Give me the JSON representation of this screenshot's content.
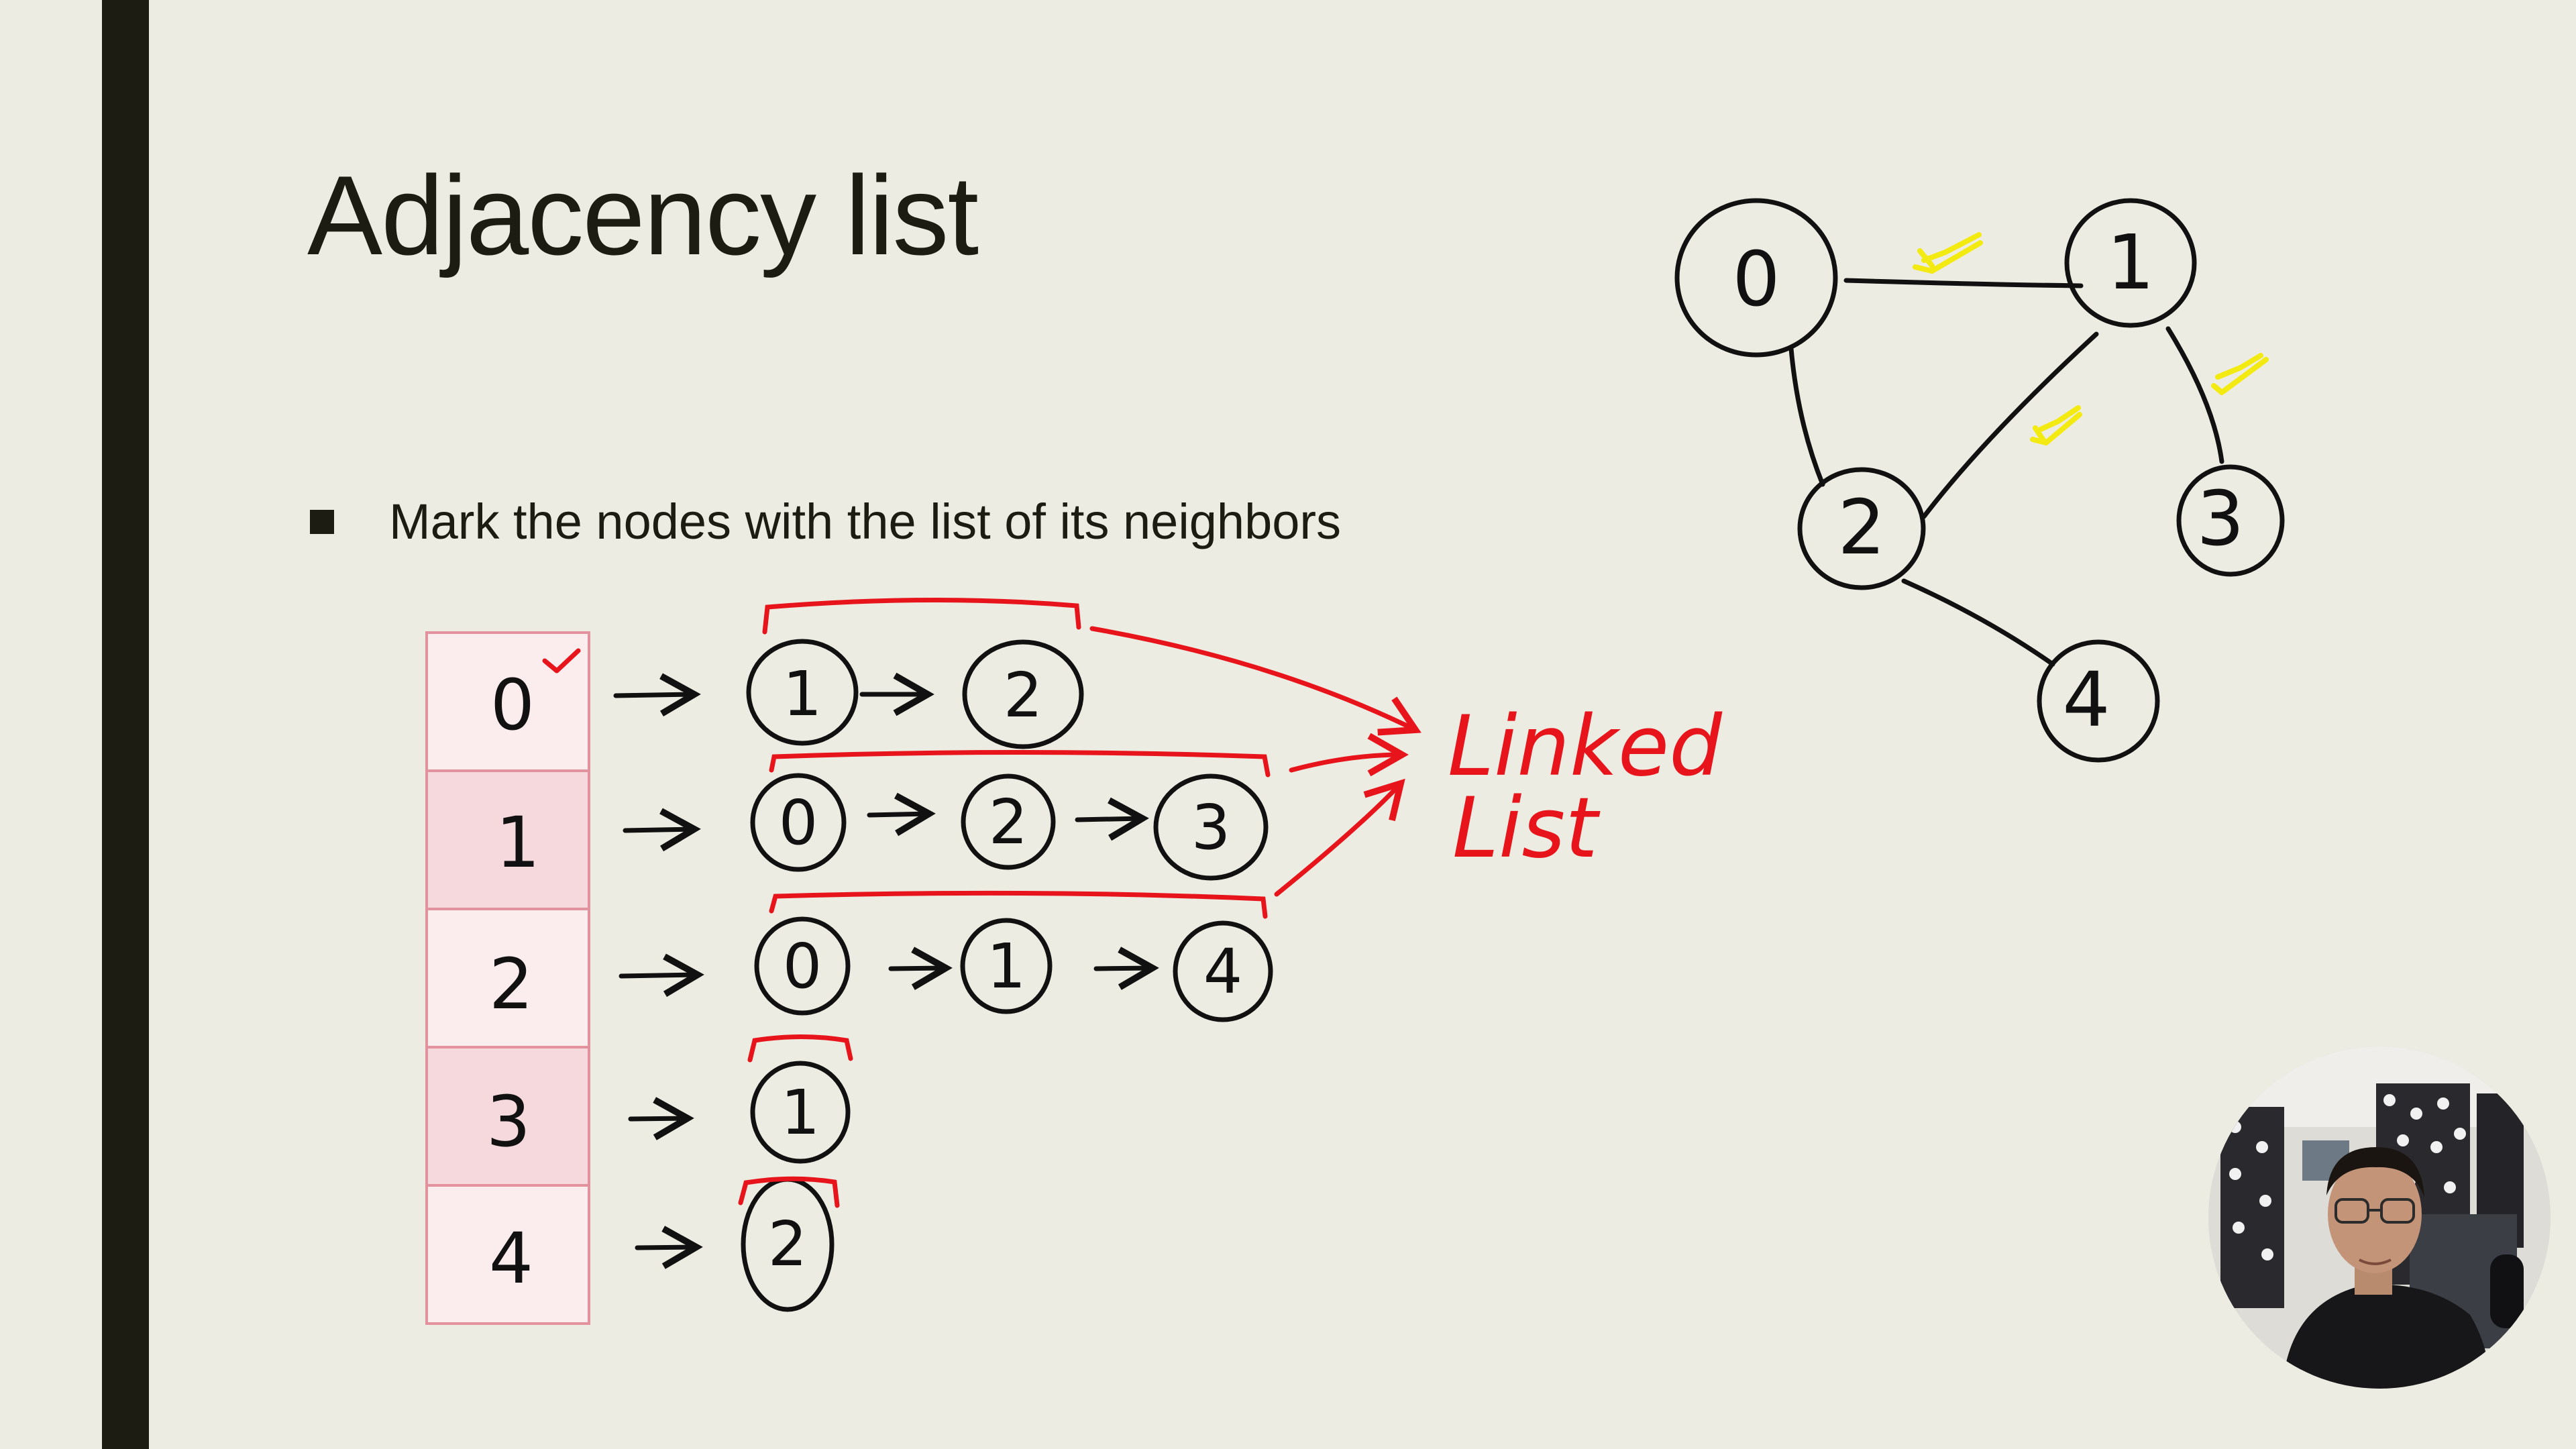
{
  "slide": {
    "title": "Adjacency list",
    "bullets": [
      "Mark the nodes with the list of its neighbors"
    ]
  },
  "adjacency_table": {
    "indices": [
      "0",
      "1",
      "2",
      "3",
      "4"
    ],
    "lists": [
      [
        "1",
        "2"
      ],
      [
        "0",
        "2",
        "3"
      ],
      [
        "0",
        "1",
        "4"
      ],
      [
        "1"
      ],
      [
        "2"
      ]
    ]
  },
  "annotation": {
    "line1": "Linked",
    "line2": "List"
  },
  "graph": {
    "nodes": [
      "0",
      "1",
      "2",
      "3",
      "4"
    ],
    "edges": [
      [
        "0",
        "1"
      ],
      [
        "0",
        "2"
      ],
      [
        "1",
        "2"
      ],
      [
        "1",
        "3"
      ],
      [
        "2",
        "4"
      ]
    ]
  },
  "colors": {
    "background": "#edece2",
    "ink": "#1d1c12",
    "annotation_red": "#e8141b",
    "highlight_yellow": "#f3ea12",
    "table_fill_light": "#fbecee",
    "table_fill_dark": "#f5d9dd",
    "table_border": "#e2929c"
  }
}
